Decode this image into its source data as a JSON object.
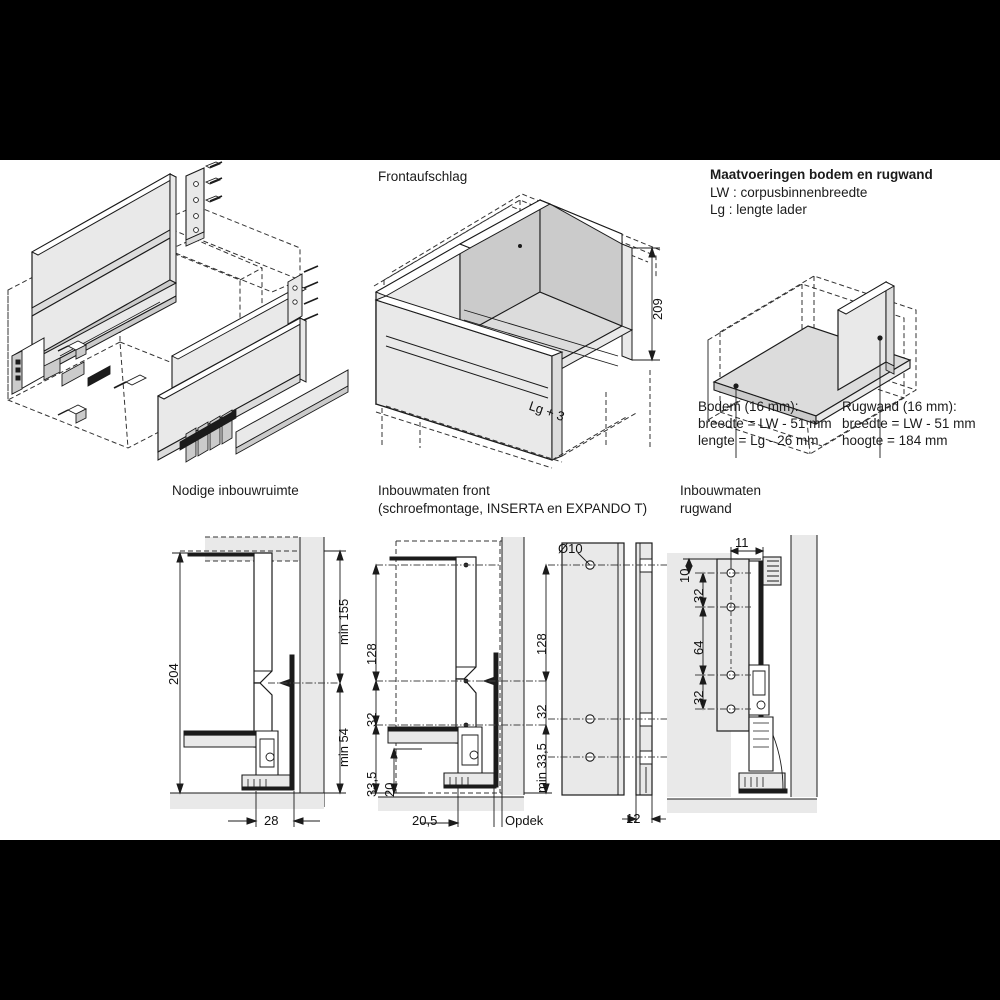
{
  "page": {
    "background": "#ffffff",
    "letterbox_color": "#000000",
    "ink": "#1b1b1b"
  },
  "panels": {
    "exploded": {
      "name": "exploded-assembly",
      "title": ""
    },
    "front_overlay": {
      "title": "Frontaufschlag",
      "dimensions": {
        "height": "209",
        "length": "Lg + 3"
      }
    },
    "base_back": {
      "title": "Maatvoeringen bodem en rugwand",
      "legend": [
        "LW : corpusbinnenbreedte",
        "Lg : lengte lader"
      ],
      "callouts": [
        {
          "name": "bodem",
          "lines": [
            "Bodem (16 mm):",
            "breedte = LW - 51 mm",
            "lengte = Lg - 26 mm"
          ]
        },
        {
          "name": "rugwand",
          "lines": [
            "Rugwand (16 mm):",
            "breedte = LW - 51 mm",
            "hoogte = 184 mm"
          ]
        }
      ]
    },
    "install_space": {
      "title": "Nodige inbouwruimte",
      "dimensions": {
        "total_height": "204",
        "min_upper": "min 155",
        "min_lower": "min 54",
        "depth": "28"
      }
    },
    "front_dims": {
      "title_line1": "Inbouwmaten front",
      "title_line2": "(schroefmontage, INSERTA en EXPANDO T)",
      "dimensions": {
        "upper": "128",
        "mid": "32",
        "lower": "33,5",
        "inner": "20",
        "offset": "20,5",
        "overlay_label": "Opdek",
        "panel_upper": "128",
        "panel_min": "min 33,5",
        "panel_mid": "32",
        "hole_dia": "Ø10",
        "thickness": "12"
      }
    },
    "back_panel_dims": {
      "title_line1": "Inbouwmaten",
      "title_line2": "rugwand",
      "dimensions": {
        "top_edge": "10",
        "top_offset": "11",
        "spacing_top": "32",
        "spacing_mid": "64",
        "spacing_bottom": "32"
      }
    }
  }
}
